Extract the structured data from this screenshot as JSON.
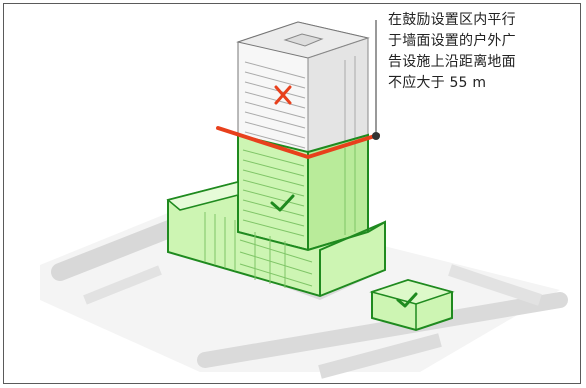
{
  "annotation": {
    "lines": [
      "在鼓励设置区内平行",
      "于墙面设置的户外广",
      "告设施上沿距离地面",
      "不应大于 55 m"
    ]
  },
  "colors": {
    "allowed_fill": "#cdf5b3",
    "allowed_stroke": "#1f8a1f",
    "limit_line": "#e8401c",
    "cross_mark": "#e8401c",
    "check_mark": "#1f8a1f"
  },
  "icons": {
    "allowed": "check-icon",
    "prohibited": "cross-icon"
  }
}
